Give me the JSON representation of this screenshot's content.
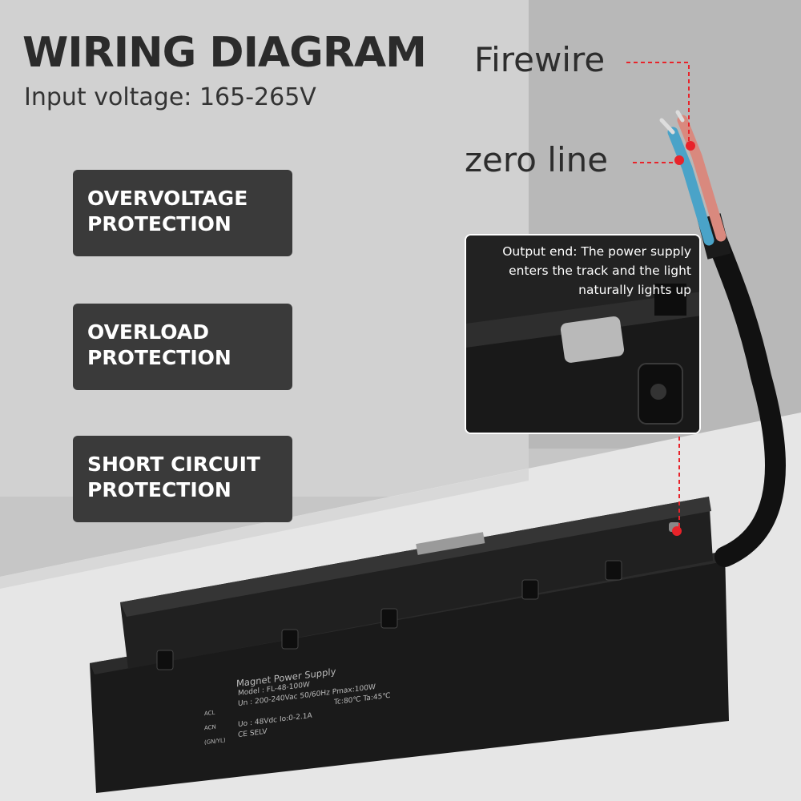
{
  "header": {
    "title": "WIRING DIAGRAM",
    "subtitle": "Input voltage: 165-265V"
  },
  "features": [
    {
      "line1": "OVERVOLTAGE",
      "line2": "PROTECTION"
    },
    {
      "line1": "OVERLOAD",
      "line2": "PROTECTION"
    },
    {
      "line1": "SHORT CIRCUIT",
      "line2": "PROTECTION"
    }
  ],
  "wires": {
    "fire_label": "Firewire",
    "zero_label": "zero line"
  },
  "callout": {
    "text": "Output end: The power supply enters the track and the light naturally lights up"
  },
  "nameplate": {
    "title": "Magnet Power Supply",
    "model": "Model : FL-48-100W",
    "input": "Un : 200-240Vac  50/60Hz  Pmax:100W",
    "temps": "Tc:80℃  Ta:45℃",
    "output": "Uo : 48Vdc  Io:0-2.1A",
    "marks": "CE  SELV",
    "ports": [
      "ACL",
      "ACN",
      "(GN/YL)"
    ]
  },
  "colors": {
    "badge_bg": "#3a3a3a",
    "leader_red": "#e8232a",
    "wire_blue": "#4aa3c8",
    "wire_brown": "#d9897e"
  }
}
